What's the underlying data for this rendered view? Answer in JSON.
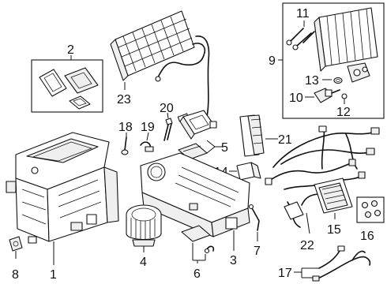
{
  "callouts": {
    "c1": "1",
    "c2": "2",
    "c3": "3",
    "c4": "4",
    "c5": "5",
    "c6": "6",
    "c7": "7",
    "c8": "8",
    "c9": "9",
    "c10": "10",
    "c11": "11",
    "c12": "12",
    "c13": "13",
    "c14": "14",
    "c15": "15",
    "c16": "16",
    "c17": "17",
    "c18": "18",
    "c19": "19",
    "c20": "20",
    "c21": "21",
    "c22": "22",
    "c23": "23"
  },
  "colors": {
    "line": "#111111",
    "background": "#ffffff",
    "shade": "#efefef"
  }
}
